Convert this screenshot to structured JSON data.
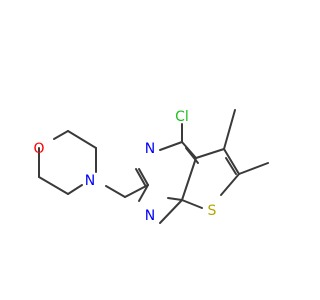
{
  "molecule": {
    "atoms": {
      "oxygen": "O",
      "morpholine_nitrogen": "N",
      "pyrimidine_nitrogen_1": "N",
      "pyrimidine_nitrogen_2": "N",
      "chlorine": "Cl",
      "sulfur": "S"
    },
    "colors": {
      "bond": "#3a3a3a",
      "oxygen": "#ff0000",
      "nitrogen": "#0000ff",
      "chlorine": "#1fbf1f",
      "sulfur": "#b8a400"
    }
  }
}
